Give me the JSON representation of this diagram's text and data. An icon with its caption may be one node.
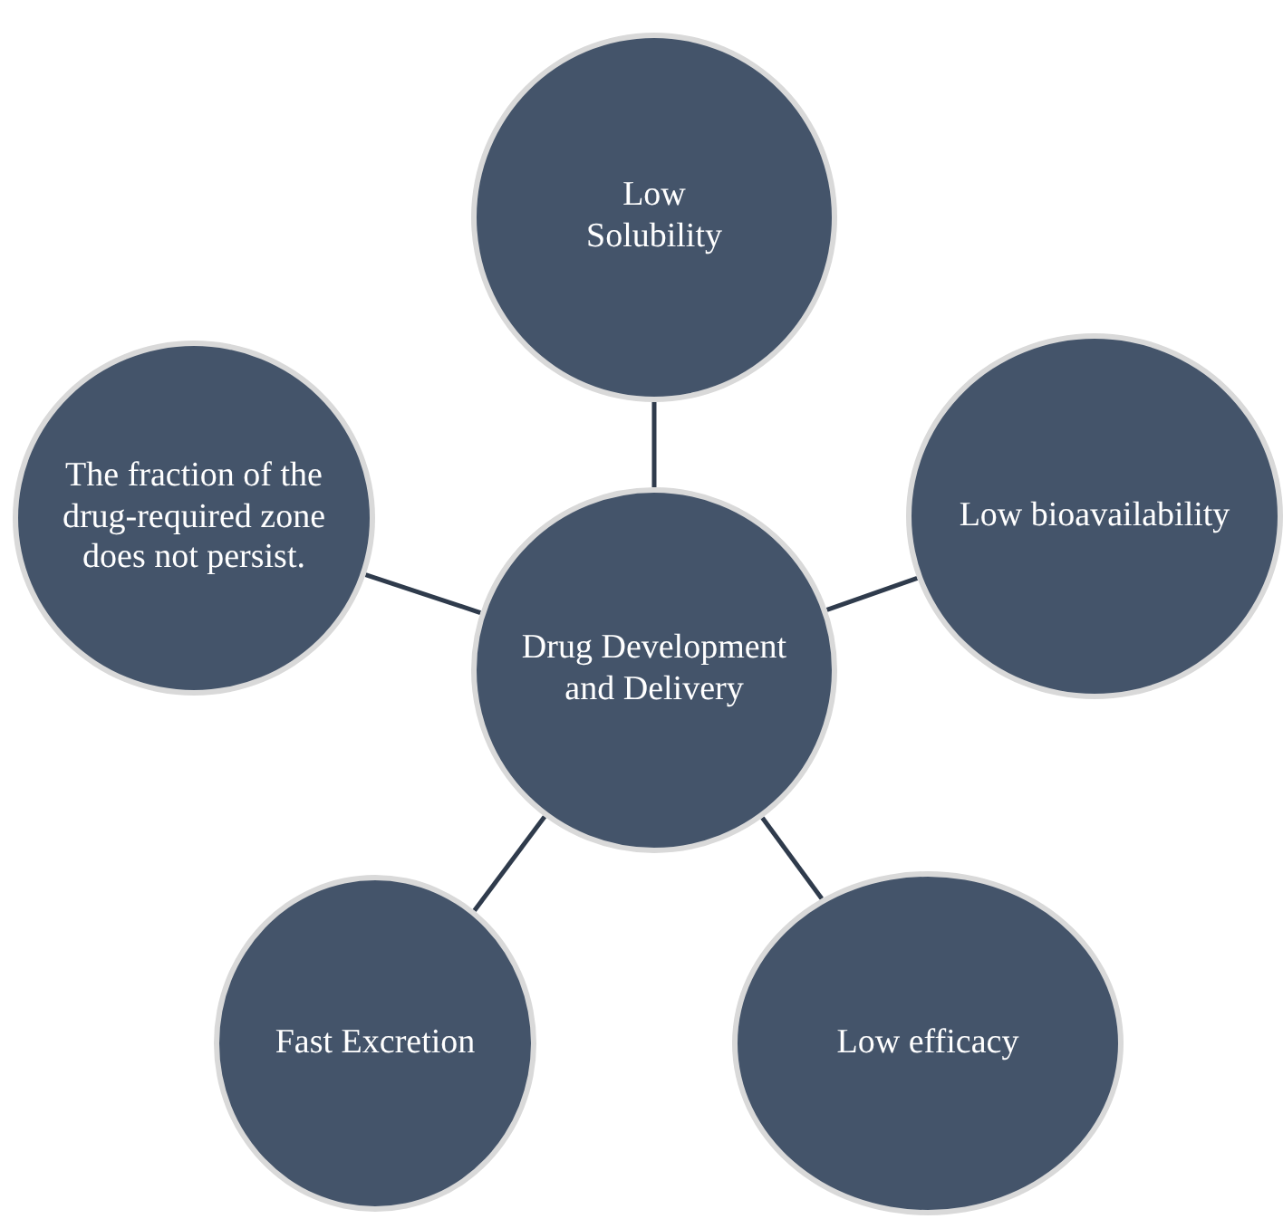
{
  "diagram": {
    "nodes": [
      {
        "text": [
          "Low Solubility"
        ]
      },
      {
        "text": [
          "The fraction of the drug-required zone does not persist."
        ]
      },
      {
        "text": [
          "Drug Development and Delivery"
        ]
      },
      {
        "text": [
          "Low bioavailability"
        ]
      },
      {
        "text": [
          "Fast Excretion"
        ]
      },
      {
        "text": [
          "Low efficacy"
        ]
      }
    ],
    "edges": [
      {
        "from": 2,
        "to": 0,
        "arrow": "none"
      },
      {
        "from": 2,
        "to": 3,
        "arrow": "none"
      },
      {
        "from": 2,
        "to": 5,
        "arrow": "none"
      },
      {
        "from": 2,
        "to": 4,
        "arrow": "none"
      },
      {
        "from": 2,
        "to": 1,
        "arrow": "none"
      }
    ]
  }
}
